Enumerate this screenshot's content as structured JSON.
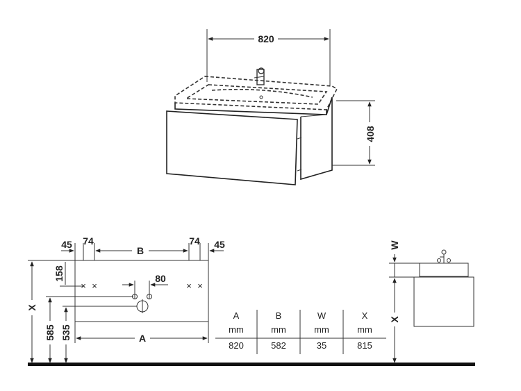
{
  "top_view": {
    "width_label": "820",
    "height_label": "408"
  },
  "plan_view": {
    "dim_45_left": "45",
    "dim_74_left": "74",
    "dim_B": "B",
    "dim_74_right": "74",
    "dim_45_right": "45",
    "dim_158": "158",
    "dim_80": "80",
    "dim_A": "A",
    "dim_X": "X",
    "dim_585": "585",
    "dim_535": "535"
  },
  "side_view": {
    "dim_W": "W",
    "dim_X": "X"
  },
  "table": {
    "headers": [
      "A",
      "B",
      "W",
      "X"
    ],
    "units": [
      "mm",
      "mm",
      "mm",
      "mm"
    ],
    "values": [
      "820",
      "582",
      "35",
      "815"
    ]
  }
}
